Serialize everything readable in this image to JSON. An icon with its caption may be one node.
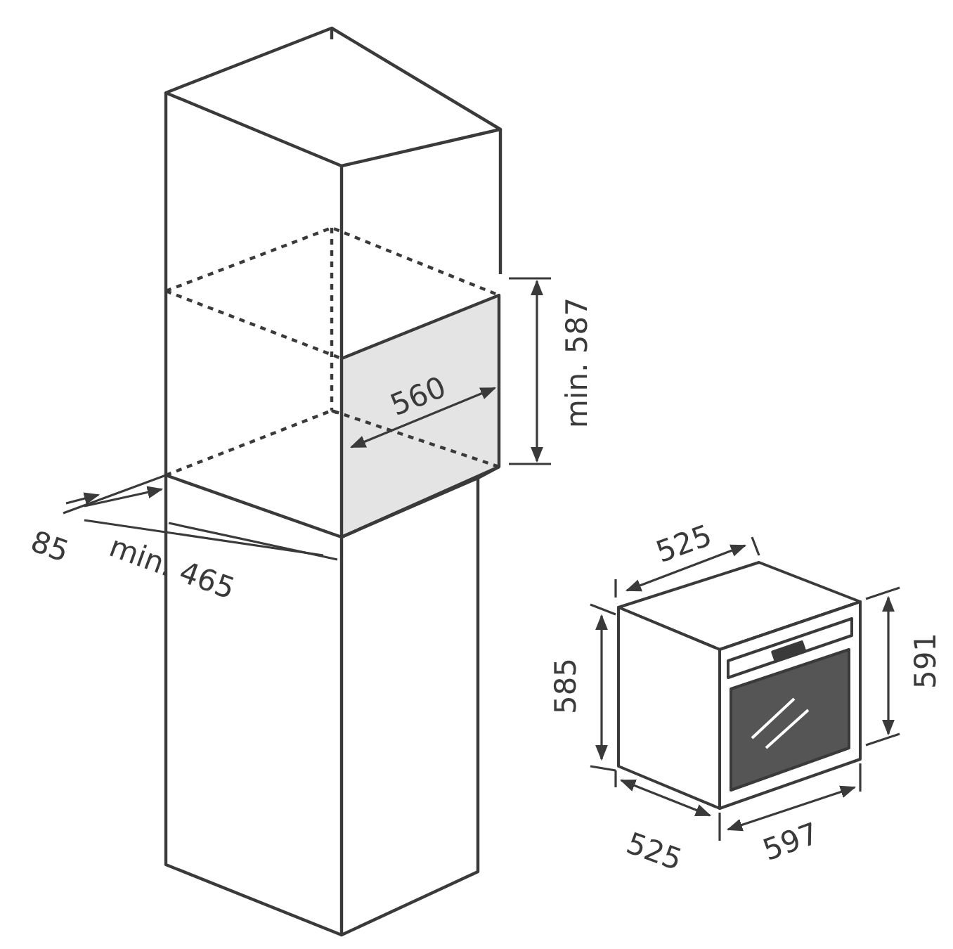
{
  "diagram": {
    "labels": [
      "min. 587",
      "560",
      "525",
      "85",
      "min. 465",
      "585",
      "591",
      "525",
      "597"
    ]
  }
}
